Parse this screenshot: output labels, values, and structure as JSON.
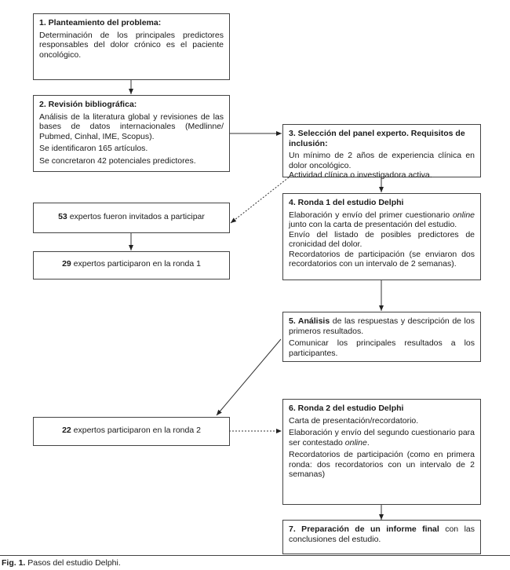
{
  "boxes": {
    "b1": {
      "title": "1. Planteamiento del problema:",
      "lines": [
        "Determinación de los principales predictores responsables del dolor crónico es el paciente oncológico."
      ]
    },
    "b2": {
      "title": "2. Revisión bibliográfica:",
      "lines": [
        "Análisis de la literatura global y revisiones de las bases de datos internacionales (Medlinne/ Pubmed, Cinhal, IME, Scopus).",
        "Se identificaron 165 artículos.",
        "Se concretaron 42 potenciales predictores."
      ]
    },
    "b3": {
      "title": "3. Selección del panel experto. Requisitos de inclusión:",
      "lines": [
        "Un mínimo de 2 años de experiencia clínica en dolor oncológico.",
        "Actividad clínica o investigadora activa."
      ]
    },
    "b4": {
      "title": "4. Ronda 1 del estudio Delphi",
      "l1_em": "online",
      "l1_a": "Elaboración y envío del primer cuestionario ",
      "l1_b": " junto con la carta de presentación del estudio.",
      "lines": [
        "Envío del listado de posibles predictores de cronicidad del dolor.",
        "Recordatorios de participación (se enviaron dos recordatorios con un intervalo de 2 semanas)."
      ]
    },
    "b5": {
      "bold": "5. Análisis",
      "rest": " de las respuestas y descripción de los primeros resultados.",
      "lines": [
        "Comunicar los principales resultados a los participantes."
      ]
    },
    "b6": {
      "title": "6. Ronda 2 del estudio Delphi",
      "lines": [
        "Carta de presentación/recordatorio."
      ],
      "l2_a": "Elaboración y envío del segundo cuestionario para ser contestado ",
      "l2_em": "online",
      "l2_b": ".",
      "l3": "Recordatorios de participación (como en primera ronda: dos recordatorios con un intervalo de 2 semanas)"
    },
    "b7": {
      "bold": "7. Preparación de un informe final",
      "rest": " con las conclusiones del estudio."
    },
    "invited": {
      "num": "53",
      "text": " expertos fueron invitados a participar"
    },
    "round1": {
      "num": "29",
      "text": " expertos participaron en la ronda 1"
    },
    "round2": {
      "num": "22",
      "text": " expertos participaron en la ronda 2"
    }
  },
  "caption": {
    "label": "Fig. 1.",
    "text": " Pasos del estudio Delphi."
  }
}
